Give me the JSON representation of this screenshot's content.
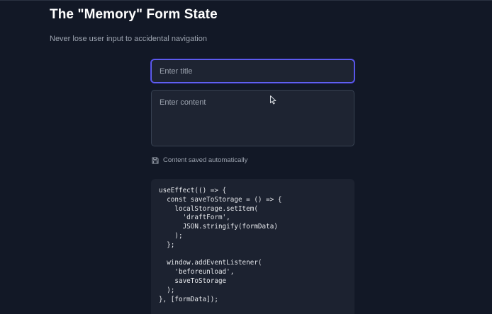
{
  "header": {
    "title": "The \"Memory\" Form State",
    "subtitle": "Never lose user input to accidental navigation"
  },
  "form": {
    "title_placeholder": "Enter title",
    "title_value": "",
    "content_placeholder": "Enter content",
    "content_value": "",
    "status_icon": "save-icon",
    "status_text": "Content saved automatically"
  },
  "code": {
    "text": "useEffect(() => {\n  const saveToStorage = () => {\n    localStorage.setItem(\n      'draftForm',\n      JSON.stringify(formData)\n    );\n  };\n\n  window.addEventListener(\n    'beforeunload',\n    saveToStorage\n  );\n}, [formData]);"
  },
  "colors": {
    "background": "#121826",
    "focus_border": "#6366f1"
  }
}
